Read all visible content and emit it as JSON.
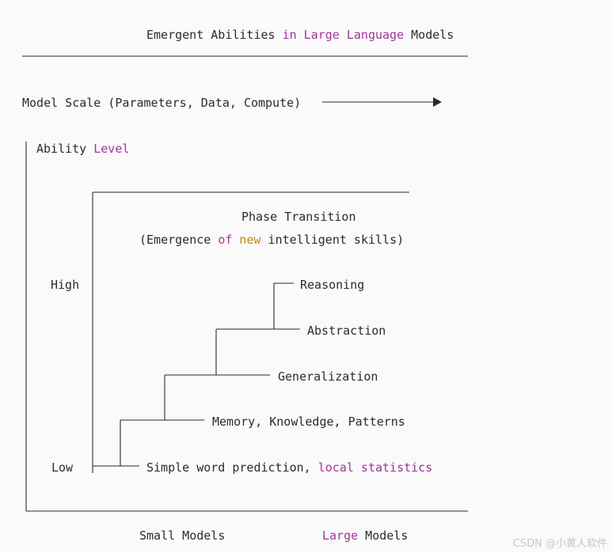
{
  "title": {
    "part1": "Emergent Abilities ",
    "part2": "in Large Language",
    "part3": " Models"
  },
  "scale_line": {
    "label": "Model Scale (Parameters, Data, Compute)"
  },
  "y_axis": {
    "label_part1": "Ability ",
    "label_part2": "Level",
    "high": "High",
    "low": "Low"
  },
  "phase": {
    "title": "Phase Transition",
    "sub_part1": "(Emergence ",
    "sub_part2": "of",
    "sub_part3": " new",
    "sub_part4": " intelligent skills)"
  },
  "steps": [
    {
      "label": "Reasoning"
    },
    {
      "label": "Abstraction"
    },
    {
      "label": "Generalization"
    },
    {
      "label": "Memory, Knowledge, Patterns"
    },
    {
      "label_part1": "Simple word prediction, ",
      "label_part2": "local statistics"
    }
  ],
  "x_axis": {
    "small": "Small Models",
    "large_part1": "Large",
    "large_part2": " Models"
  },
  "watermark": "CSDN @小黄人软件"
}
